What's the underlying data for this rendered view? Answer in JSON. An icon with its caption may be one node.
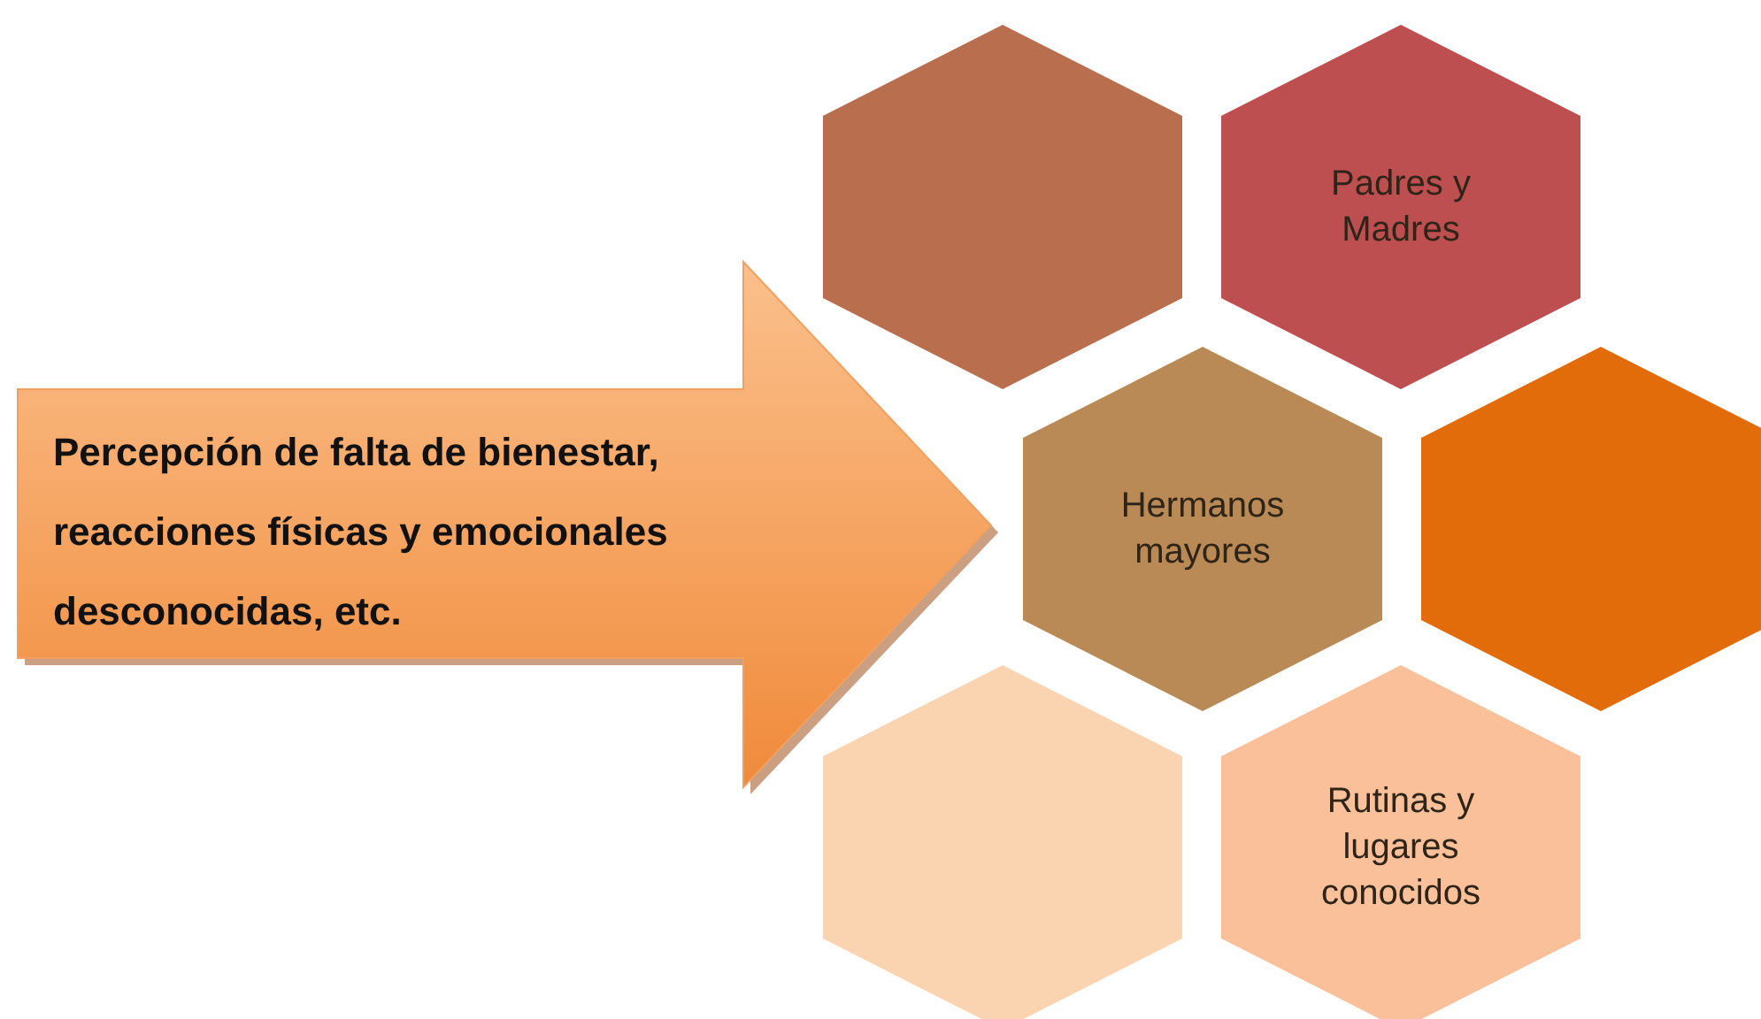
{
  "diagram": {
    "nodes": [
      {
        "text": [
          "Percepción de falta de bienestar, reacciones físicas y emocionales desconocidas, etc."
        ]
      },
      {
        "text": [],
        "shape": "hexagon"
      },
      {
        "text": [
          "Padres y Madres"
        ]
      },
      {
        "text": [
          "Hermanos mayores"
        ]
      },
      {
        "text": [],
        "shape": "hexagon"
      },
      {
        "text": [],
        "shape": "hexagon"
      },
      {
        "text": [
          "Rutinas y lugares conocidos"
        ]
      }
    ]
  }
}
